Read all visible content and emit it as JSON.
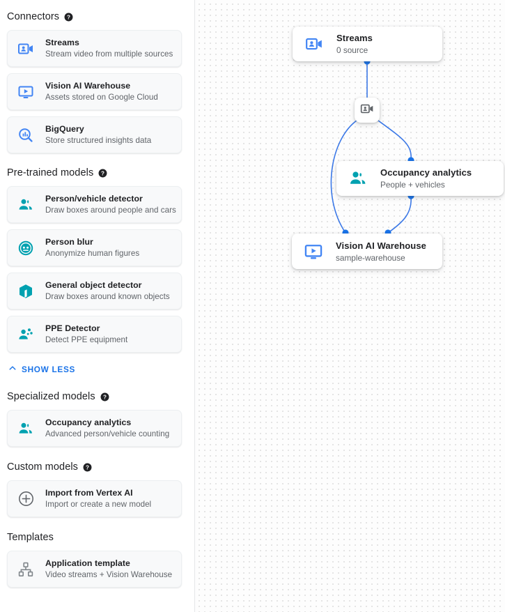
{
  "sidebar": {
    "sections": [
      {
        "title": "Connectors",
        "help": true,
        "help_icon": "help-circle-icon",
        "items": [
          {
            "title": "Streams",
            "sub": "Stream video from multiple sources",
            "icon": "video-camera-person-icon",
            "color": "#4285f4"
          },
          {
            "title": "Vision AI Warehouse",
            "sub": "Assets stored on Google Cloud",
            "icon": "monitor-play-icon",
            "color": "#4285f4"
          },
          {
            "title": "BigQuery",
            "sub": "Store structured insights data",
            "icon": "magnifier-bars-icon",
            "color": "#4285f4"
          }
        ]
      },
      {
        "title": "Pre-trained models",
        "help": true,
        "help_icon": "help-circle-icon",
        "items": [
          {
            "title": "Person/vehicle detector",
            "sub": "Draw boxes around people and cars",
            "icon": "people-group-icon",
            "color": "#00a1b0"
          },
          {
            "title": "Person blur",
            "sub": "Anonymize human figures",
            "icon": "face-blur-icon",
            "color": "#00a1b0"
          },
          {
            "title": "General object detector",
            "sub": "Draw boxes around known objects",
            "icon": "cube-box-icon",
            "color": "#00a1b0"
          },
          {
            "title": "PPE Detector",
            "sub": "Detect PPE equipment",
            "icon": "person-helmet-icon",
            "color": "#00a1b0"
          }
        ]
      }
    ],
    "show_less": {
      "label": "SHOW LESS",
      "icon": "chevron-up-icon",
      "color": "#1a73e8"
    },
    "sections_after": [
      {
        "title": "Specialized models",
        "help": true,
        "help_icon": "help-circle-icon",
        "items": [
          {
            "title": "Occupancy analytics",
            "sub": "Advanced person/vehicle counting",
            "icon": "people-group-icon",
            "color": "#00a1b0"
          }
        ]
      },
      {
        "title": "Custom models",
        "help": true,
        "help_icon": "help-circle-icon",
        "items": [
          {
            "title": "Import from Vertex AI",
            "sub": "Import or create a new model",
            "icon": "plus-circle-icon",
            "color": "#5f6368"
          }
        ]
      },
      {
        "title": "Templates",
        "help": false,
        "help_icon": "",
        "items": [
          {
            "title": "Application template",
            "sub": "Video streams + Vision Warehouse",
            "icon": "hierarchy-icon",
            "color": "#80868b"
          }
        ]
      }
    ]
  },
  "canvas": {
    "edge_color": "#3b78e7",
    "port_color": "#1a73e8",
    "nodes": [
      {
        "id": "streams",
        "title": "Streams",
        "sub": "0 source",
        "icon": "video-camera-person-icon",
        "icon_color": "#4285f4"
      },
      {
        "id": "occupancy",
        "title": "Occupancy analytics",
        "sub": "People + vehicles",
        "icon": "people-group-icon",
        "icon_color": "#00a1b0"
      },
      {
        "id": "warehouse",
        "title": "Vision AI Warehouse",
        "sub": "sample-warehouse",
        "icon": "monitor-play-icon",
        "icon_color": "#4285f4"
      }
    ],
    "mini_node": {
      "icon": "video-camera-person-icon",
      "icon_color": "#5f6368"
    }
  }
}
